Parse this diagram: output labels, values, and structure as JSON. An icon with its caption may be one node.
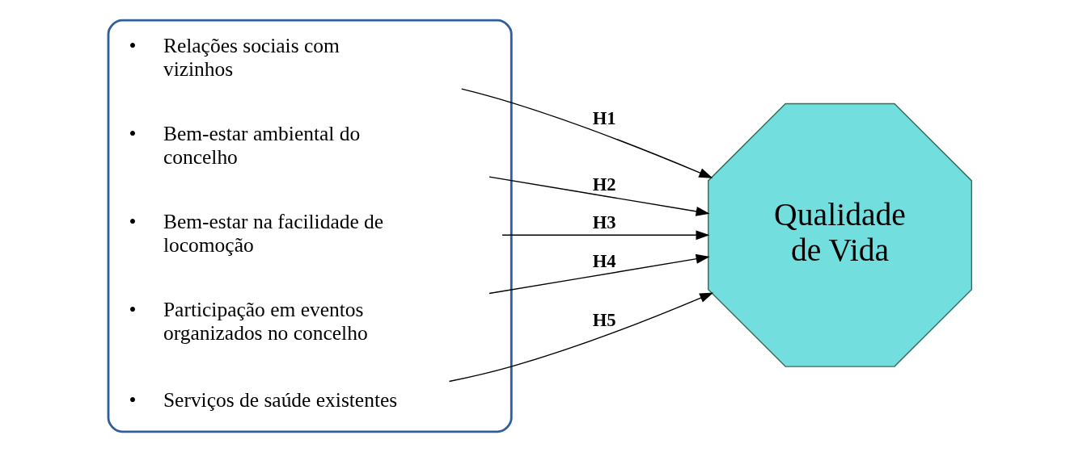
{
  "diagram": {
    "nodes": [
      {
        "text": [],
        "shape": "box"
      },
      {
        "text": [
          "•",
          "Relações sociais com vizinhos"
        ],
        "in": 0
      },
      {
        "text": [
          "•",
          "Bem-estar ambiental do concelho"
        ],
        "in": 0
      },
      {
        "text": [
          "•",
          "Bem-estar na facilidade de locomoção"
        ],
        "in": 0
      },
      {
        "text": [
          "•",
          "Participação em eventos organizados no concelho"
        ],
        "in": 0
      },
      {
        "text": [
          "•",
          "Serviços de saúde existentes"
        ],
        "in": 0
      },
      {
        "text": [
          "Qualidade de Vida"
        ]
      }
    ],
    "edges": [
      {
        "from": 1,
        "to": 6,
        "arrow": "to",
        "label": "H1"
      },
      {
        "from": 2,
        "to": 6,
        "arrow": "to",
        "label": "H2"
      },
      {
        "from": 3,
        "to": 6,
        "arrow": "to",
        "label": "H3"
      },
      {
        "from": 4,
        "to": 6,
        "arrow": "to",
        "label": "H4"
      },
      {
        "from": 5,
        "to": 6,
        "arrow": "to",
        "label": "H5"
      }
    ]
  }
}
